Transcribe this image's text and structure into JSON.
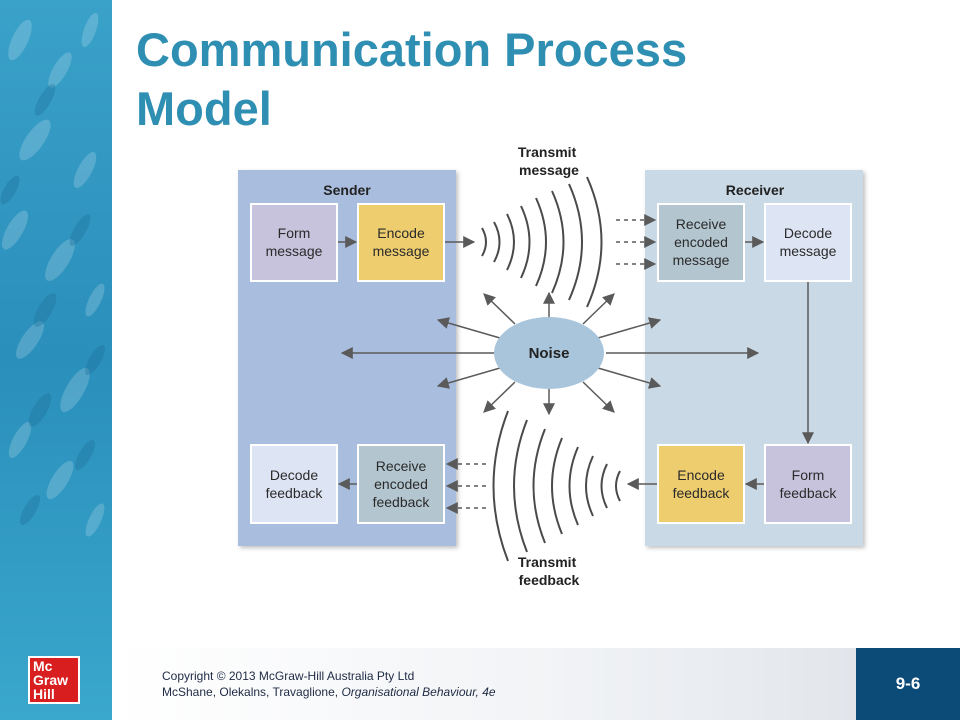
{
  "slide": {
    "title_line1": "Communication Process",
    "title_line2": "Model",
    "page_number": "9-6"
  },
  "footer": {
    "copyright": "Copyright © 2013 McGraw-Hill Australia Pty Ltd",
    "authors": "McShane, Olekalns, Travaglione, ",
    "book": "Organisational Behaviour, 4e"
  },
  "logo": {
    "line1": "Mc",
    "line2": "Graw",
    "line3": "Hill"
  },
  "diagram": {
    "sender_label": "Sender",
    "receiver_label": "Receiver",
    "transmit_message": [
      "Transmit",
      "message"
    ],
    "transmit_feedback": [
      "Transmit",
      "feedback"
    ],
    "noise": "Noise",
    "boxes": {
      "form_message": [
        "Form",
        "message"
      ],
      "encode_message": [
        "Encode",
        "message"
      ],
      "receive_encoded_message": [
        "Receive",
        "encoded",
        "message"
      ],
      "decode_message": [
        "Decode",
        "message"
      ],
      "decode_feedback": [
        "Decode",
        "feedback"
      ],
      "receive_encoded_feedback": [
        "Receive",
        "encoded",
        "feedback"
      ],
      "encode_feedback": [
        "Encode",
        "feedback"
      ],
      "form_feedback": [
        "Form",
        "feedback"
      ]
    },
    "colors": {
      "sender_panel": "#a9bddf",
      "receiver_panel": "#c9d9e5",
      "form_box": "#c7c3dc",
      "encode_box": "#eecd6f",
      "receive_box": "#b3c5cf",
      "decode_box": "#dde5f4",
      "noise": "#a9c5dc",
      "arrow": "#5a5a5a"
    }
  }
}
